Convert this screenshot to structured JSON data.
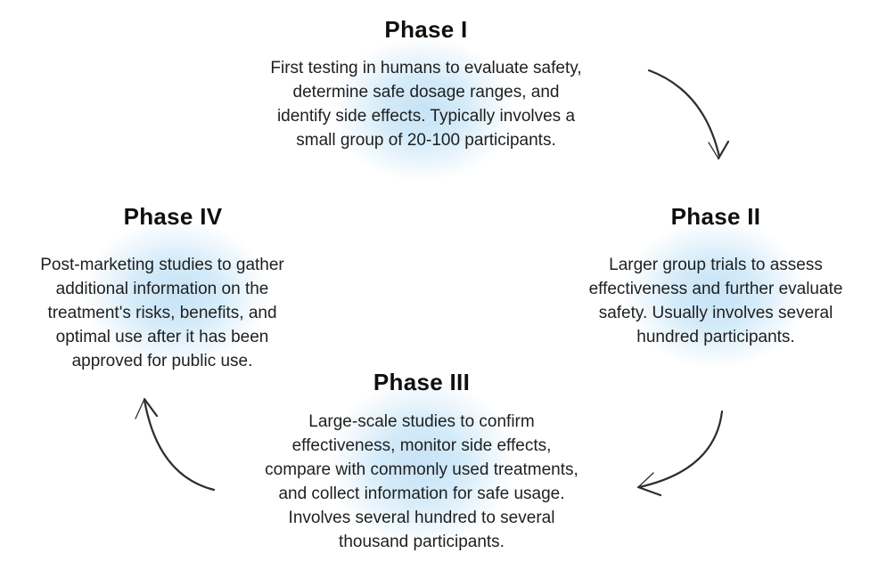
{
  "phases": [
    {
      "title": "Phase I",
      "description": "First testing in humans to evaluate safety,\ndetermine safe dosage ranges, and\nidentify side effects. Typically involves a\nsmall group of 20-100 participants."
    },
    {
      "title": "Phase II",
      "description": "Larger group trials to assess\neffectiveness and further evaluate\nsafety. Usually involves several\nhundred participants."
    },
    {
      "title": "Phase III",
      "description": "Large-scale studies to confirm\neffectiveness, monitor side effects,\ncompare with commonly used treatments,\nand collect information for safe usage.\nInvolves several hundred to several\nthousand participants."
    },
    {
      "title": "Phase IV",
      "description": "Post-marketing studies to gather\nadditional information on the\ntreatment's risks, benefits, and\noptimal use after it has been\napproved for public use."
    }
  ],
  "arrows": [
    {
      "name": "phase1-to-phase2",
      "direction": "down"
    },
    {
      "name": "phase2-to-phase3",
      "direction": "left"
    },
    {
      "name": "phase3-to-phase4",
      "direction": "up"
    }
  ],
  "colors": {
    "background": "#ffffff",
    "heading_text": "#0f0f0f",
    "body_text": "#1f1f1f",
    "glow_blue": "#c7e3f6",
    "arrow_stroke": "#2d2d2d"
  }
}
